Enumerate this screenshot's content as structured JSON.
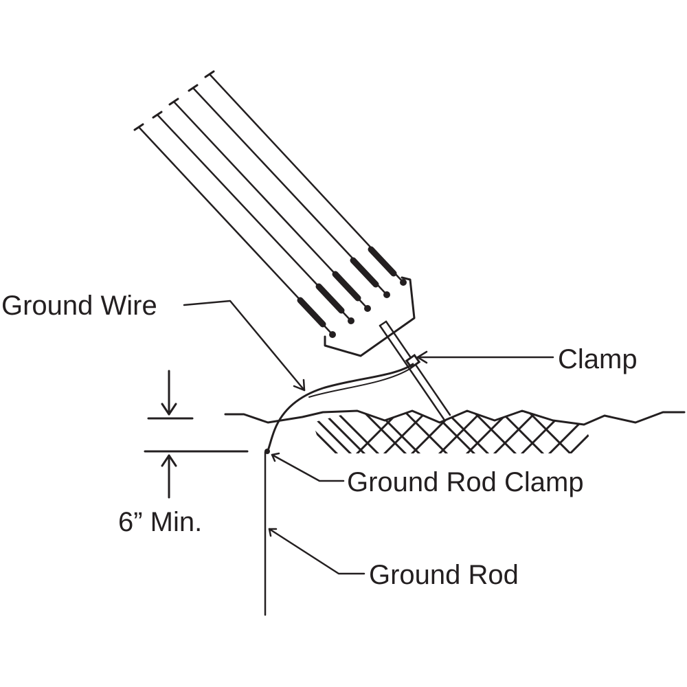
{
  "labels": {
    "ground_wire": "Ground Wire",
    "clamp": "Clamp",
    "ground_rod_clamp": "Ground Rod Clamp",
    "ground_rod": "Ground Rod",
    "depth": "6” Min."
  },
  "colors": {
    "line": "#231f20",
    "background": "#ffffff"
  }
}
